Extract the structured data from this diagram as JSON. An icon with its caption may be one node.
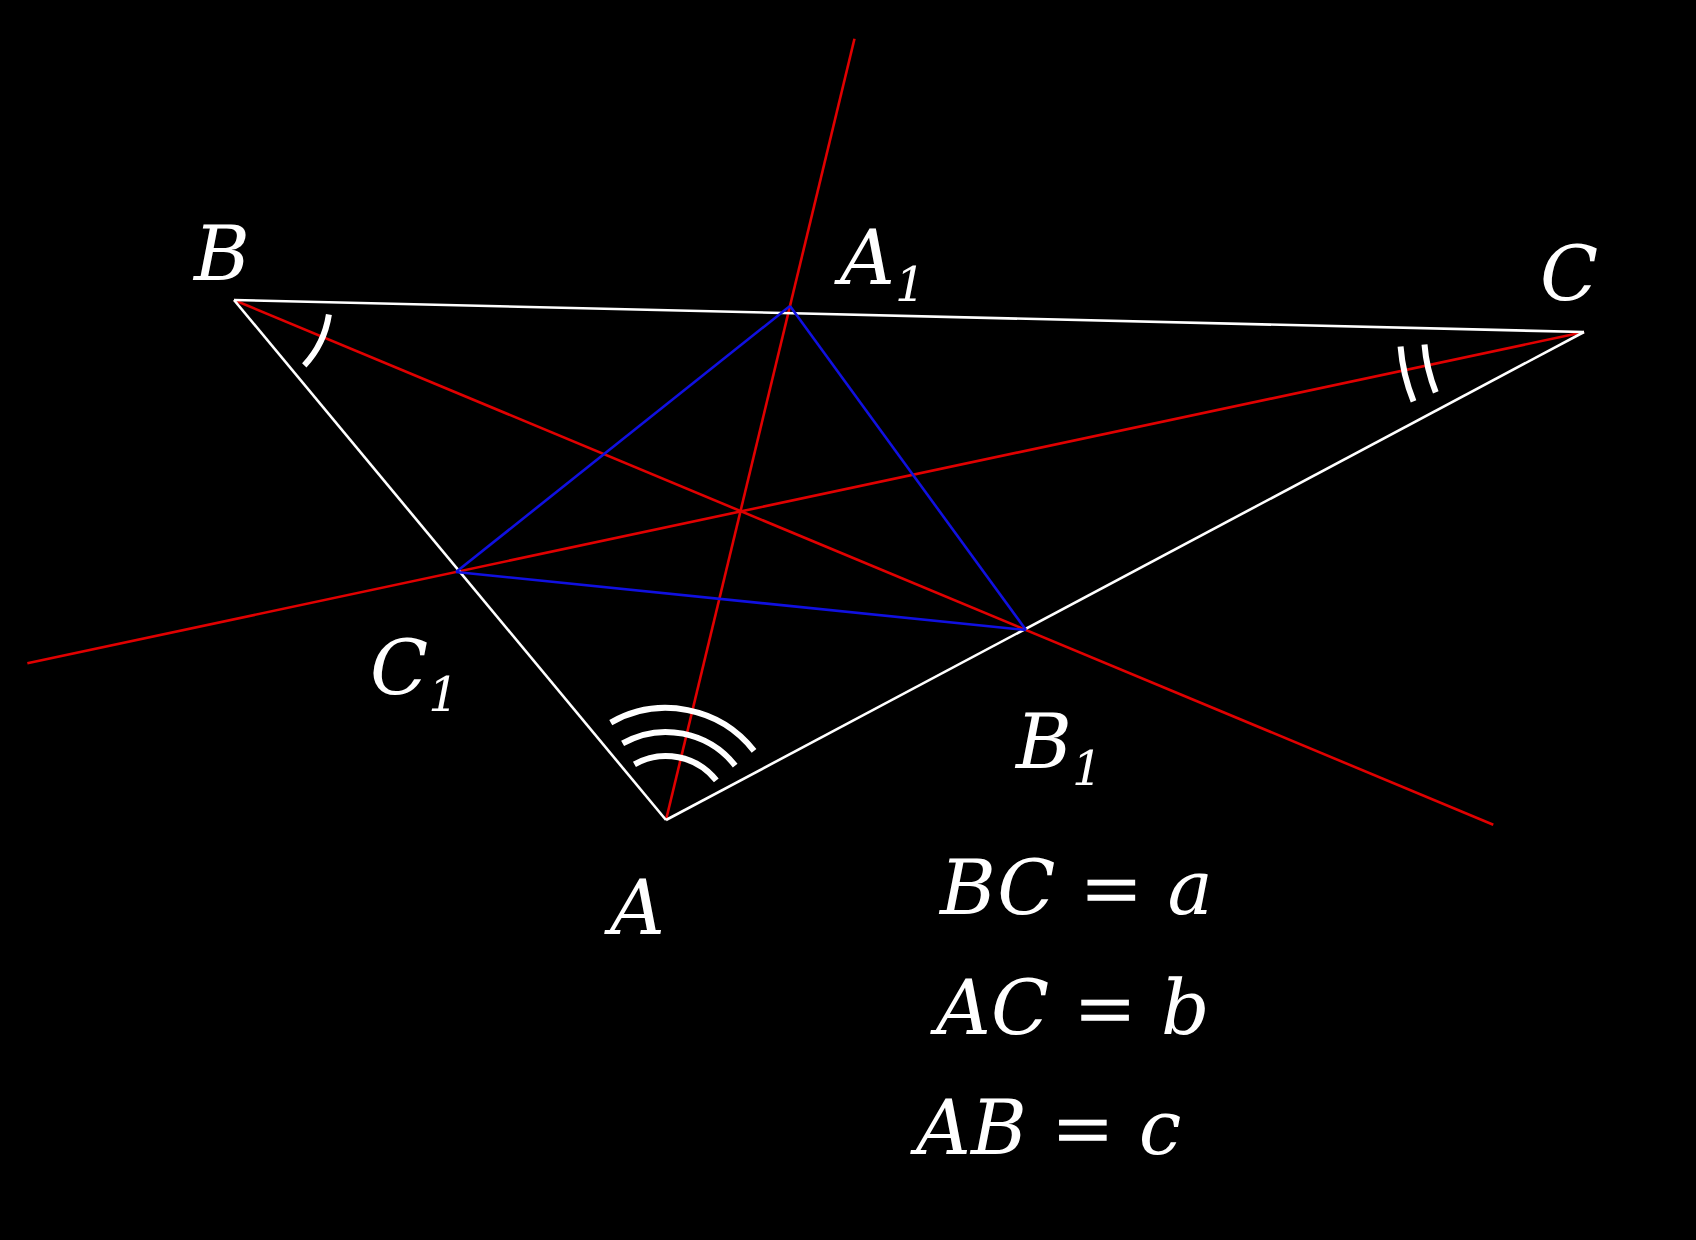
{
  "diagram": {
    "labels": [
      "B",
      "A$_{1}$",
      "C",
      "C$_{1}$",
      "B$_{1}$",
      "A",
      "BC = a",
      "AC = b",
      "AB = c"
    ]
  }
}
